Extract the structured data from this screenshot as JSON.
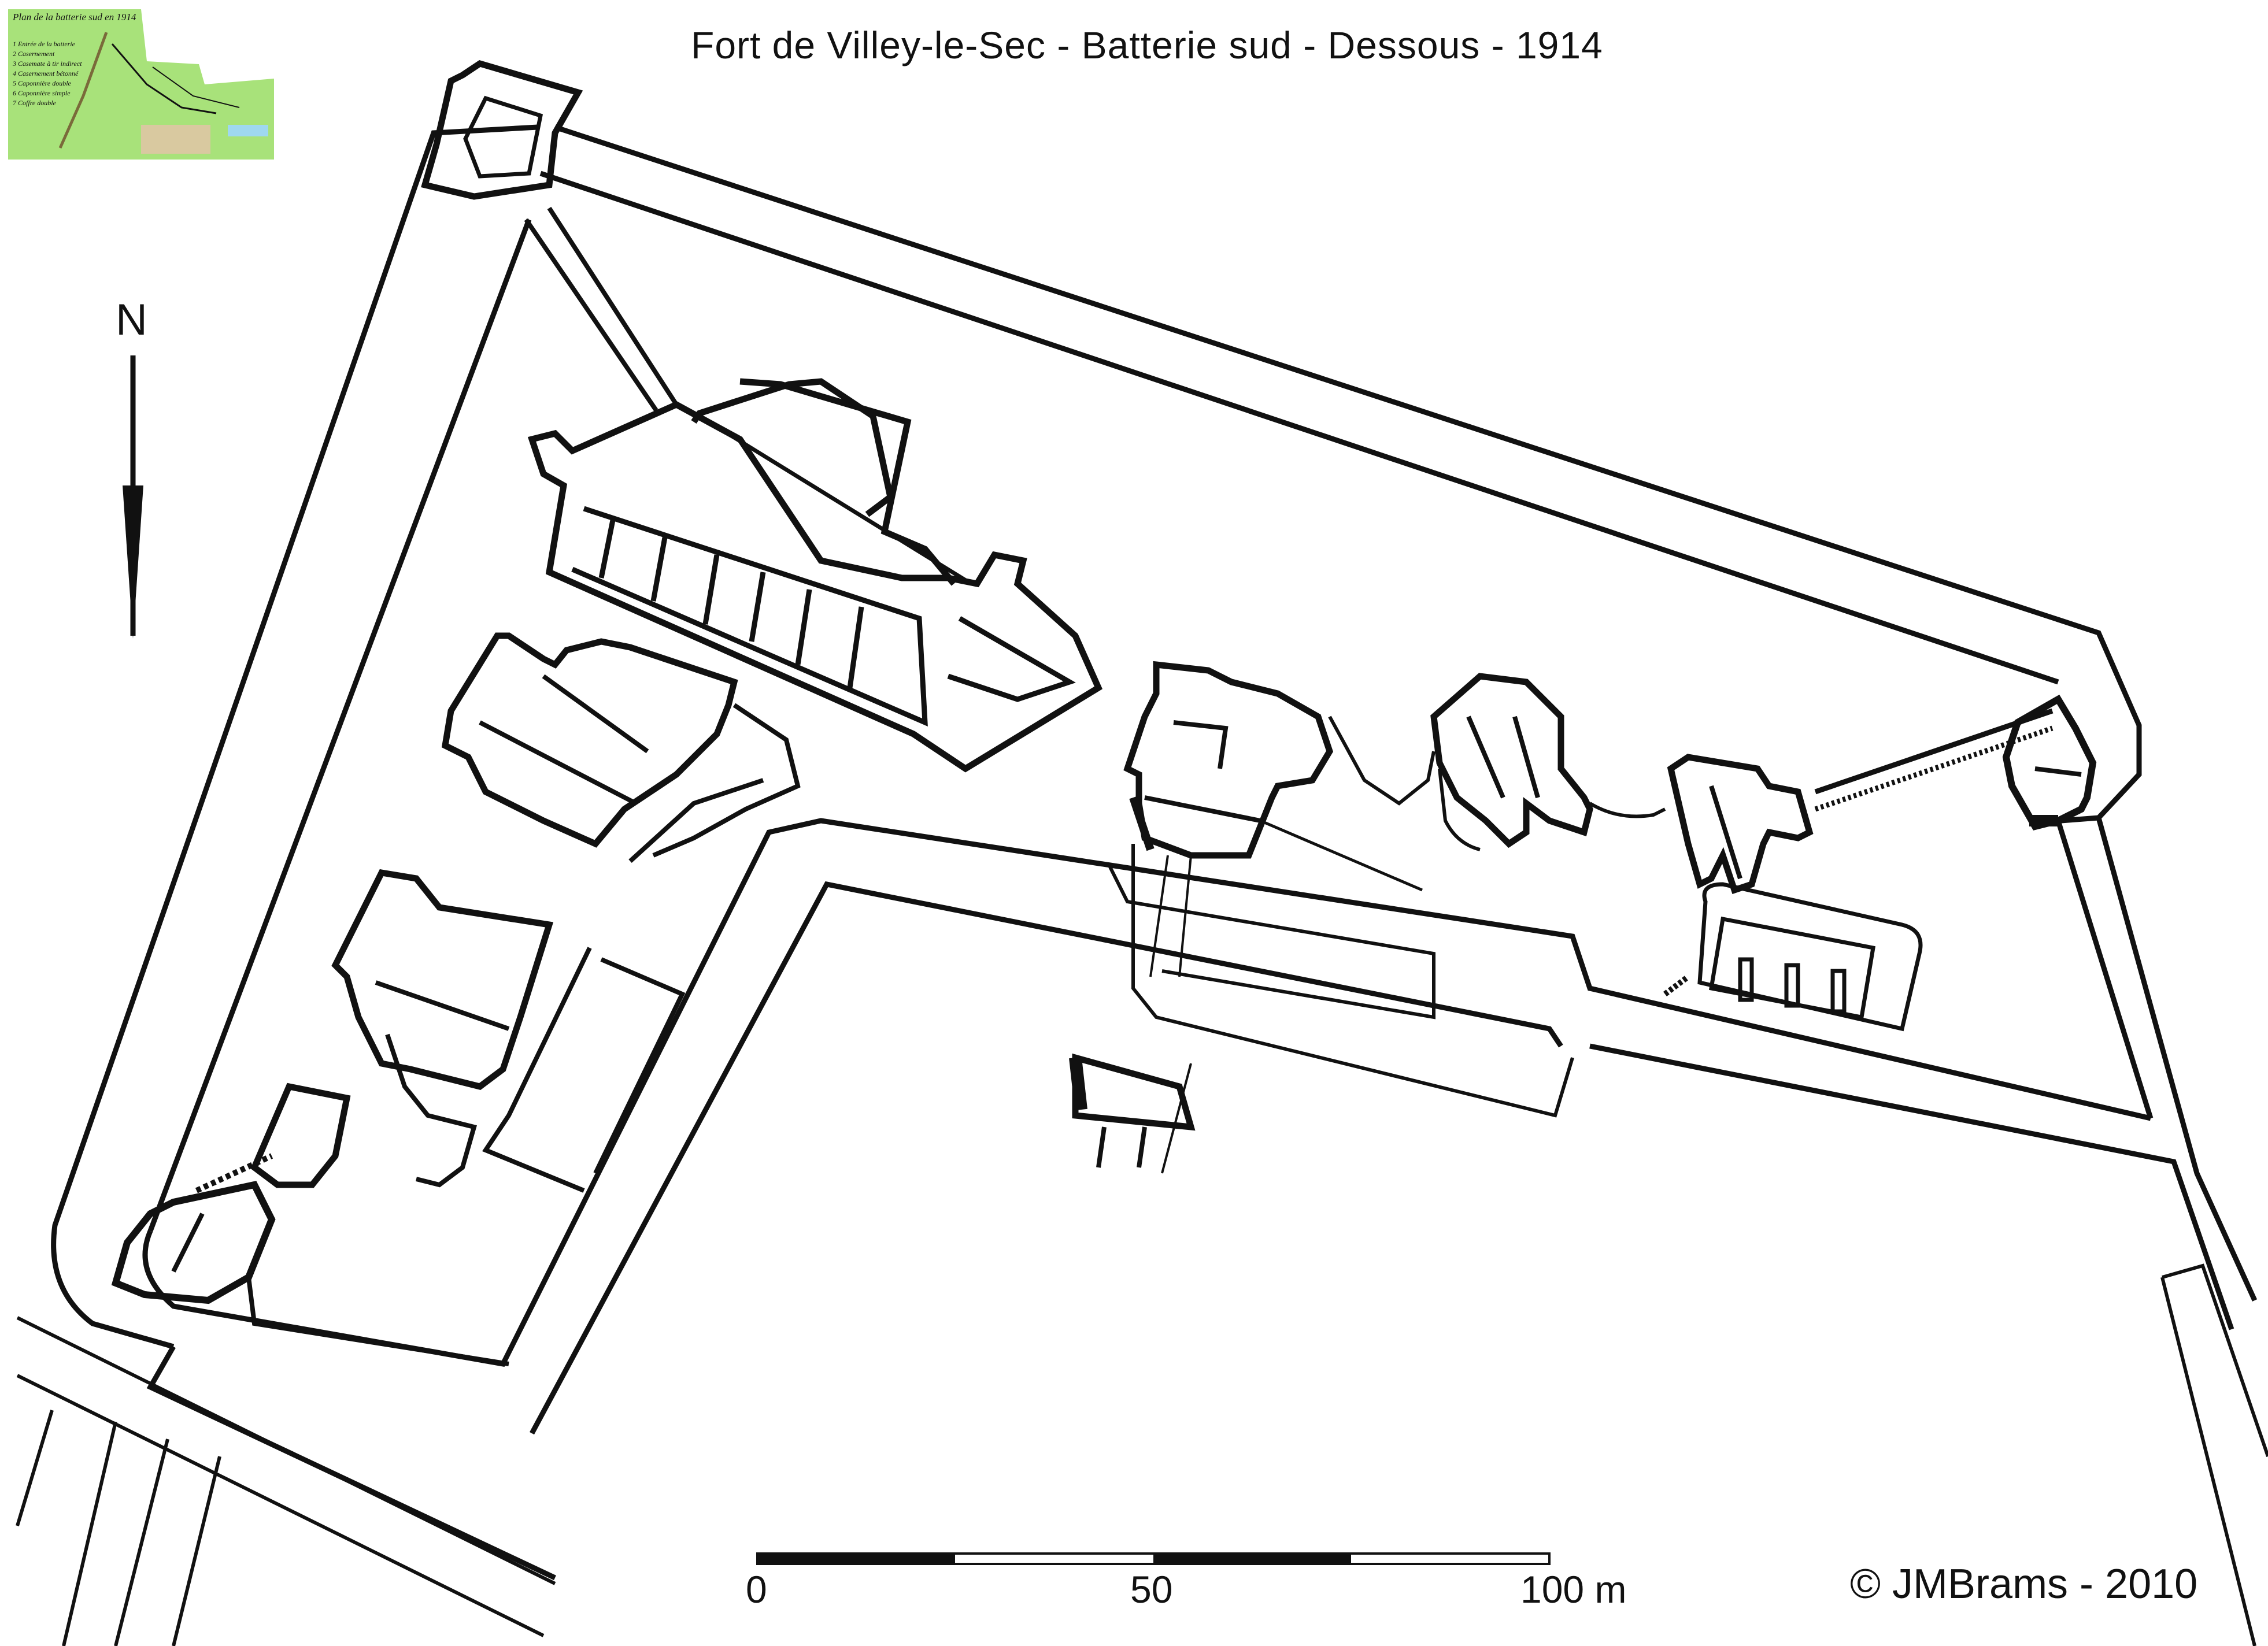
{
  "title": "Fort de Villey-le-Sec   -  Batterie sud  -  Dessous  - 1914",
  "north_label": "N",
  "scale_bar": {
    "ticks": [
      "0",
      "50",
      "100 m"
    ],
    "max_meters": 100
  },
  "copyright": "©  JMBrams  - 2010",
  "inset_map": {
    "title": "Plan de la batterie sud en 1914",
    "legend": [
      "1 Entrée de la batterie",
      "2 Casernement",
      "3 Casemate à tir indirect",
      "4 Casernement bétonné",
      "5 Caponnière double",
      "6 Caponnière simple",
      "7 Coffre double"
    ],
    "colors": {
      "land": "#a8e27a",
      "path": "#d9c9a0",
      "water": "#9fd8f0"
    }
  },
  "colors": {
    "ink": "#111111",
    "background": "#ffffff"
  }
}
